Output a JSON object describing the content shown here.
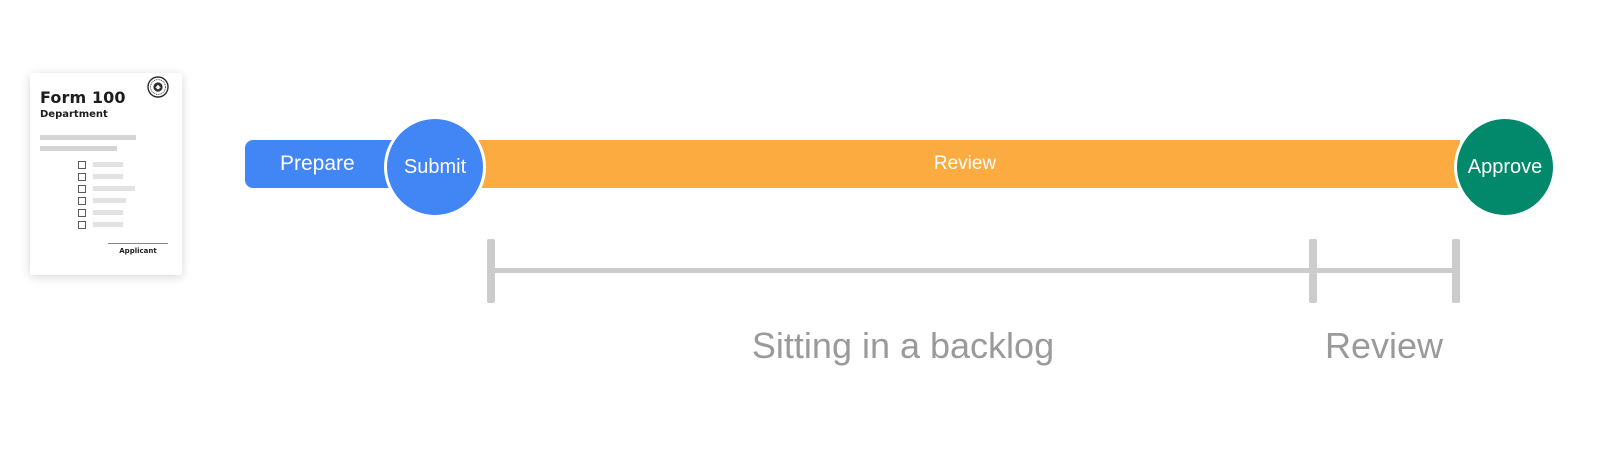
{
  "form": {
    "title": "Form 100",
    "subtitle": "Department",
    "seal_icon": "seal-icon",
    "checkbox_count": 6,
    "signature_label": "Applicant"
  },
  "process": {
    "steps": {
      "prepare": "Prepare",
      "submit": "Submit",
      "review": "Review",
      "approve": "Approve"
    },
    "colors": {
      "prepare": "#4285f4",
      "submit": "#4285f4",
      "review": "#fbab40",
      "approve": "#02886a"
    }
  },
  "timeline": {
    "spans": {
      "backlog": "Sitting in a backlog",
      "review": "Review"
    },
    "color": "#cccccc"
  }
}
